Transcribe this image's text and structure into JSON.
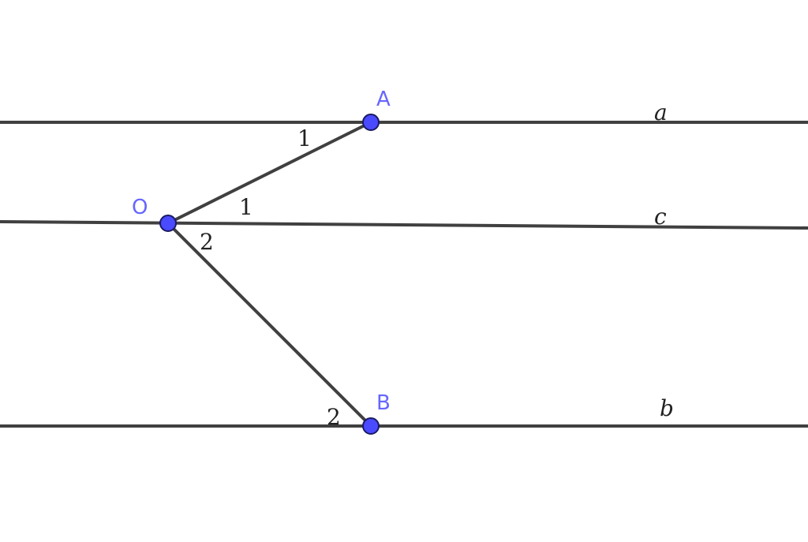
{
  "diagram": {
    "colors": {
      "line": "#404040",
      "point_fill": "#4a4aff",
      "point_label": "#6666ff",
      "text": "#222222"
    },
    "lines": [
      {
        "id": "a",
        "label": "a"
      },
      {
        "id": "c",
        "label": "c"
      },
      {
        "id": "b",
        "label": "b"
      }
    ],
    "points": [
      {
        "id": "A",
        "label": "A"
      },
      {
        "id": "O",
        "label": "O"
      },
      {
        "id": "B",
        "label": "B"
      }
    ],
    "segments": [
      {
        "from": "O",
        "to": "A"
      },
      {
        "from": "O",
        "to": "B"
      }
    ],
    "angle_marks": [
      {
        "id": "angle-1-at-A",
        "label": "1"
      },
      {
        "id": "angle-1-at-O",
        "label": "1"
      },
      {
        "id": "angle-2-at-O",
        "label": "2"
      },
      {
        "id": "angle-2-at-B",
        "label": "2"
      }
    ]
  }
}
